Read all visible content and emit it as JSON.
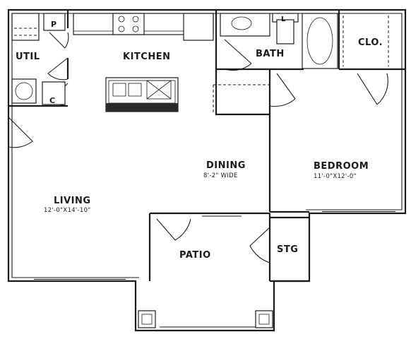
{
  "rooms": {
    "util": "UTIL",
    "kitchen": "KITCHEN",
    "bath": "BATH",
    "closet": "CLO.",
    "dining": "DINING",
    "dining_dim": "8'-2\" WIDE",
    "bedroom": "BEDROOM",
    "bedroom_dim": "11'-0\"X12'-0\"",
    "living": "LIVING",
    "living_dim": "12'-0\"X14'-10\"",
    "patio": "PATIO",
    "storage": "STG"
  },
  "fixtures": {
    "pantry": "P",
    "coat_closet": "C",
    "linen": "L"
  }
}
